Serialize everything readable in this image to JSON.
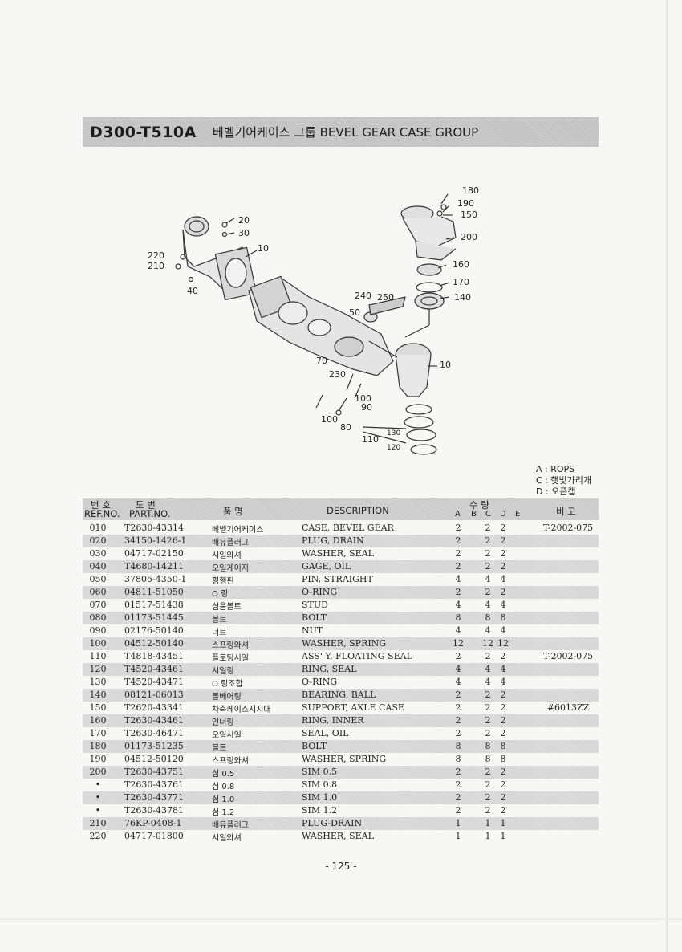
{
  "header": {
    "code": "D300-T510A",
    "title": "베벨기어케이스 그룹 BEVEL GEAR CASE GROUP"
  },
  "diagram_callouts": {
    "c180": "180",
    "c190": "190",
    "c150": "150",
    "c200": "200",
    "c160": "160",
    "c170": "170",
    "c140": "140",
    "c20": "20",
    "c30": "30",
    "c10a": "10",
    "c220": "220",
    "c210": "210",
    "c40": "40",
    "c240": "240",
    "c250": "250",
    "c50": "50",
    "c70": "70",
    "c230": "230",
    "c10b": "10",
    "c100a": "100",
    "c90": "90",
    "c100b": "100",
    "c80": "80",
    "c110": "110",
    "c130": "130",
    "c120": "120"
  },
  "legend": {
    "a": "A : ROPS",
    "c": "C : 햇빛가리개",
    "d": "D : 오픈캡"
  },
  "table_header": {
    "ref_kor": "번 호",
    "ref_eng": "REF.NO.",
    "part_kor": "도    번",
    "part_eng": "PART.NO.",
    "name_kor": "품      명",
    "description": "DESCRIPTION",
    "qty_kor": "수      량",
    "col_a": "A",
    "col_b": "B",
    "col_c": "C",
    "col_d": "D",
    "col_e": "E",
    "remark": "비  고"
  },
  "rows": [
    {
      "ref": "010",
      "part": "T2630-43314",
      "kor": "베벨기어케이스",
      "desc": "CASE, BEVEL GEAR",
      "a": "2",
      "c": "2",
      "d": "2",
      "remark": "T-2002-075"
    },
    {
      "ref": "020",
      "part": "34150-1426-1",
      "kor": "배유플러그",
      "desc": "PLUG, DRAIN",
      "a": "2",
      "c": "2",
      "d": "2",
      "remark": ""
    },
    {
      "ref": "030",
      "part": "04717-02150",
      "kor": "시일와셔",
      "desc": "WASHER, SEAL",
      "a": "2",
      "c": "2",
      "d": "2",
      "remark": ""
    },
    {
      "ref": "040",
      "part": "T4680-14211",
      "kor": "오일게이지",
      "desc": "GAGE, OIL",
      "a": "2",
      "c": "2",
      "d": "2",
      "remark": ""
    },
    {
      "ref": "050",
      "part": "37805-4350-1",
      "kor": "평행핀",
      "desc": "PIN, STRAIGHT",
      "a": "4",
      "c": "4",
      "d": "4",
      "remark": ""
    },
    {
      "ref": "060",
      "part": "04811-51050",
      "kor": "O 링",
      "desc": "O-RING",
      "a": "2",
      "c": "2",
      "d": "2",
      "remark": ""
    },
    {
      "ref": "070",
      "part": "01517-51438",
      "kor": "심음볼트",
      "desc": "STUD",
      "a": "4",
      "c": "4",
      "d": "4",
      "remark": ""
    },
    {
      "ref": "080",
      "part": "01173-51445",
      "kor": "볼트",
      "desc": "BOLT",
      "a": "8",
      "c": "8",
      "d": "8",
      "remark": ""
    },
    {
      "ref": "090",
      "part": "02176-50140",
      "kor": "너트",
      "desc": "NUT",
      "a": "4",
      "c": "4",
      "d": "4",
      "remark": ""
    },
    {
      "ref": "100",
      "part": "04512-50140",
      "kor": "스프링와셔",
      "desc": "WASHER, SPRING",
      "a": "12",
      "c": "12",
      "d": "12",
      "remark": ""
    },
    {
      "ref": "110",
      "part": "T4818-43451",
      "kor": "플로팅시일",
      "desc": "ASS' Y, FLOATING SEAL",
      "a": "2",
      "c": "2",
      "d": "2",
      "remark": "T-2002-075"
    },
    {
      "ref": "120",
      "part": "T4520-43461",
      "kor": "시일링",
      "desc": "RING, SEAL",
      "a": "4",
      "c": "4",
      "d": "4",
      "remark": ""
    },
    {
      "ref": "130",
      "part": "T4520-43471",
      "kor": "O 링조합",
      "desc": "O-RING",
      "a": "4",
      "c": "4",
      "d": "4",
      "remark": ""
    },
    {
      "ref": "140",
      "part": "08121-06013",
      "kor": "볼베어링",
      "desc": "BEARING, BALL",
      "a": "2",
      "c": "2",
      "d": "2",
      "remark": ""
    },
    {
      "ref": "150",
      "part": "T2620-43341",
      "kor": "차축케이스지지대",
      "desc": "SUPPORT, AXLE CASE",
      "a": "2",
      "c": "2",
      "d": "2",
      "remark": "#6013ZZ"
    },
    {
      "ref": "160",
      "part": "T2630-43461",
      "kor": "인너링",
      "desc": "RING, INNER",
      "a": "2",
      "c": "2",
      "d": "2",
      "remark": ""
    },
    {
      "ref": "170",
      "part": "T2630-46471",
      "kor": "오일시일",
      "desc": "SEAL, OIL",
      "a": "2",
      "c": "2",
      "d": "2",
      "remark": ""
    },
    {
      "ref": "180",
      "part": "01173-51235",
      "kor": "볼트",
      "desc": "BOLT",
      "a": "8",
      "c": "8",
      "d": "8",
      "remark": ""
    },
    {
      "ref": "190",
      "part": "04512-50120",
      "kor": "스프링와셔",
      "desc": "WASHER, SPRING",
      "a": "8",
      "c": "8",
      "d": "8",
      "remark": ""
    },
    {
      "ref": "200",
      "part": "T2630-43751",
      "kor": "심 0.5",
      "desc": "SIM 0.5",
      "a": "2",
      "c": "2",
      "d": "2",
      "remark": ""
    },
    {
      "ref": "•",
      "part": "T2630-43761",
      "kor": "심 0.8",
      "desc": "SIM 0.8",
      "a": "2",
      "c": "2",
      "d": "2",
      "remark": ""
    },
    {
      "ref": "•",
      "part": "T2630-43771",
      "kor": "심 1.0",
      "desc": "SIM 1.0",
      "a": "2",
      "c": "2",
      "d": "2",
      "remark": ""
    },
    {
      "ref": "•",
      "part": "T2630-43781",
      "kor": "심 1.2",
      "desc": "SIM 1.2",
      "a": "2",
      "c": "2",
      "d": "2",
      "remark": ""
    },
    {
      "ref": "210",
      "part": "76KP-0408-1",
      "kor": "배유플러그",
      "desc": "PLUG-DRAIN",
      "a": "1",
      "c": "1",
      "d": "1",
      "remark": ""
    },
    {
      "ref": "220",
      "part": "04717-01800",
      "kor": "시일와셔",
      "desc": "WASHER, SEAL",
      "a": "1",
      "c": "1",
      "d": "1",
      "remark": ""
    }
  ],
  "footer": {
    "page_number": "- 125 -"
  }
}
